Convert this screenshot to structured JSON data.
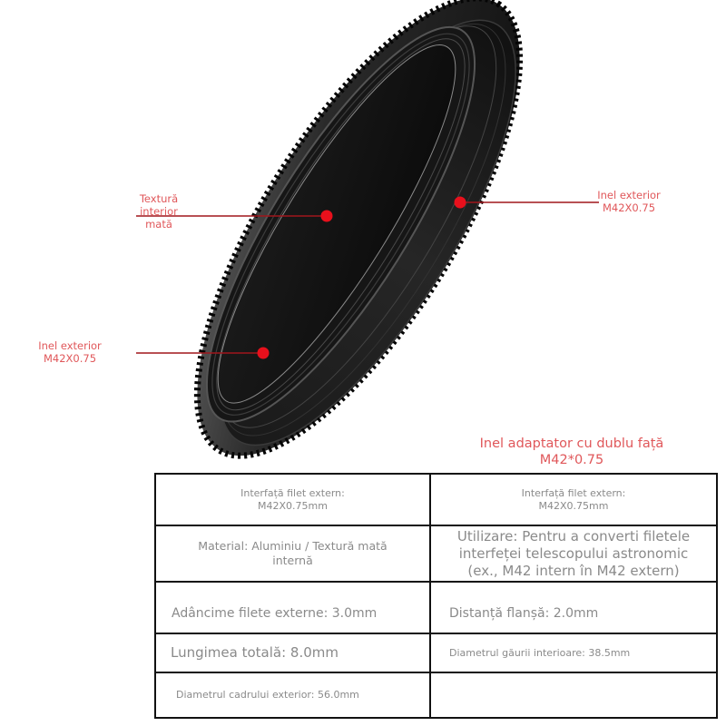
{
  "product_image": {
    "subject": "M42 double-sided adapter ring (black anodized aluminium)",
    "annotation_color": "#e0575a",
    "dot_color": "#e8101c",
    "callouts": [
      {
        "id": "inner-texture",
        "lines": [
          "Textură",
          "interior",
          "mată"
        ]
      },
      {
        "id": "outer-ring-right",
        "lines": [
          "Inel exterior",
          "M42X0.75"
        ]
      },
      {
        "id": "outer-ring-left",
        "lines": [
          "Inel exterior",
          "M42X0.75"
        ]
      }
    ]
  },
  "title": {
    "line1": "Inel adaptator cu dublu față",
    "line2": "M42*0.75"
  },
  "spec_table": {
    "rows": [
      {
        "left": {
          "lines": [
            "Interfață filet extern:",
            "M42X0.75mm"
          ]
        },
        "right": {
          "lines": [
            "Interfață filet extern:",
            "M42X0.75mm"
          ]
        }
      },
      {
        "left": {
          "lines": [
            "Material: Aluminiu / Textură mată",
            "internă"
          ]
        },
        "right": {
          "lines": [
            "Utilizare: Pentru a converti filetele",
            "interfeței telescopului astronomic",
            "(ex., M42 intern în M42 extern)"
          ]
        }
      },
      {
        "left": {
          "lines": [
            "Adâncime filete externe: 3.0mm"
          ]
        },
        "right": {
          "lines": [
            "Distanță flanșă: 2.0mm"
          ]
        }
      },
      {
        "left": {
          "lines": [
            "Lungimea totală: 8.0mm"
          ]
        },
        "right": {
          "lines": [
            "Diametrul găurii interioare: 38.5mm"
          ]
        }
      },
      {
        "left": {
          "lines": [
            "Diametrul cadrului exterior: 56.0mm"
          ]
        },
        "right": {
          "lines": []
        }
      }
    ]
  }
}
